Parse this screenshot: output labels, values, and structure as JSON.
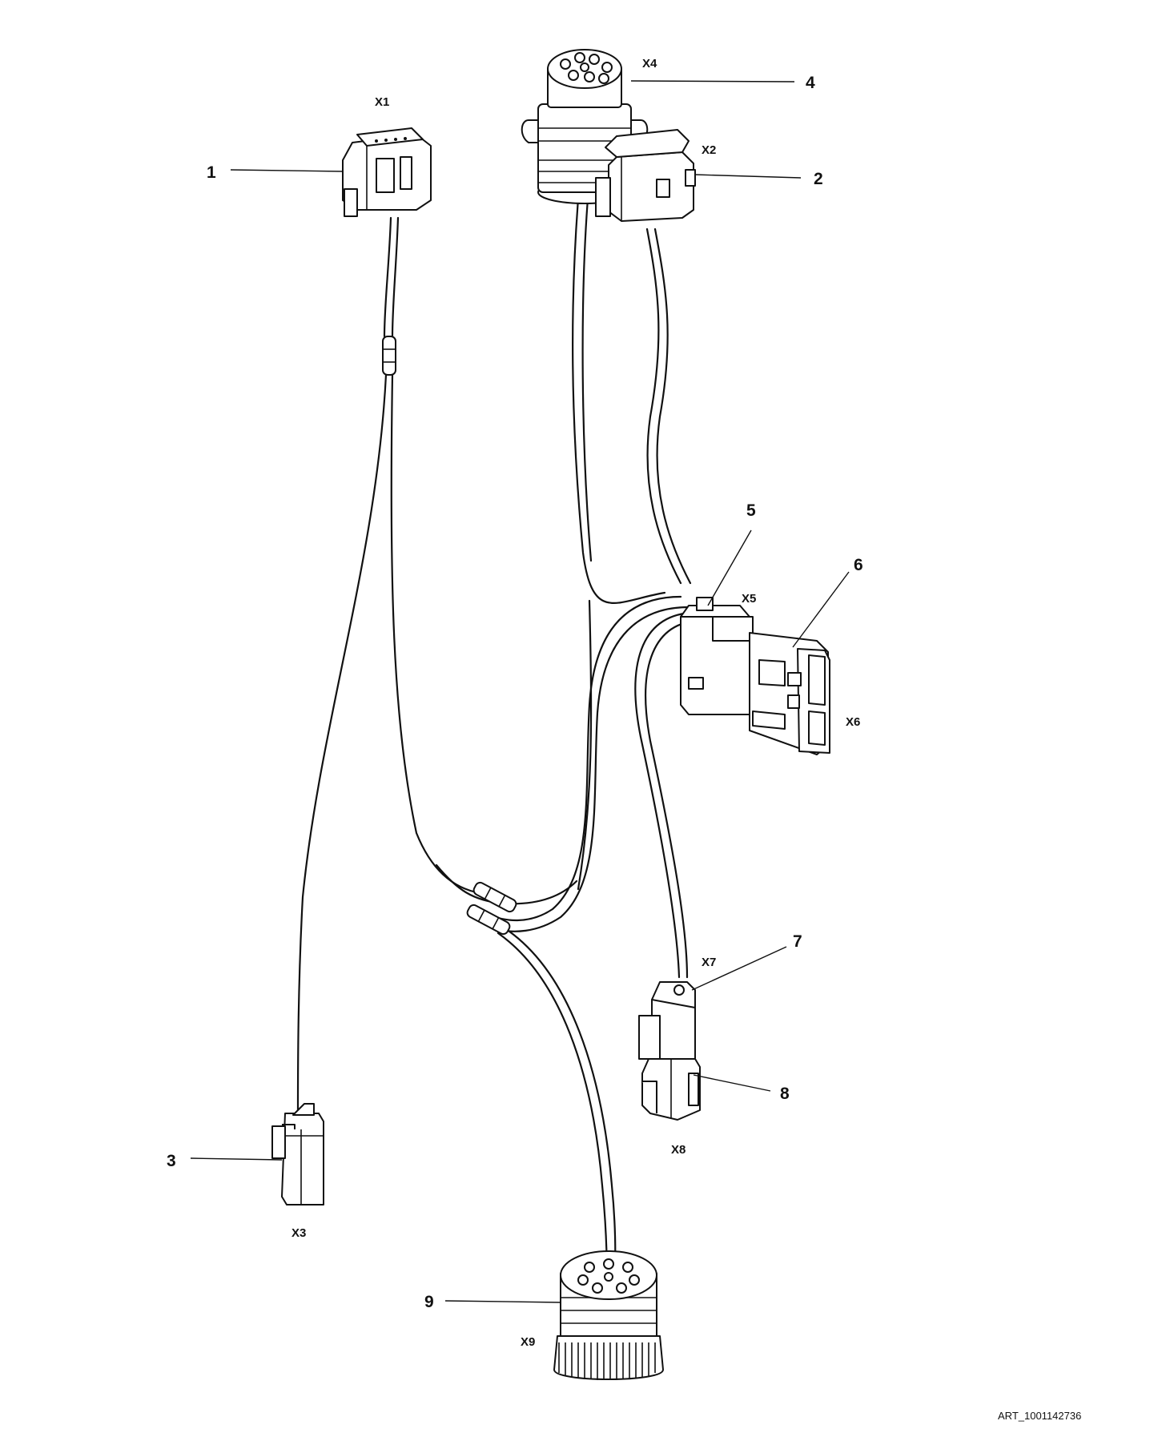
{
  "callouts": {
    "c1": "1",
    "c2": "2",
    "c3": "3",
    "c4": "4",
    "c5": "5",
    "c6": "6",
    "c7": "7",
    "c8": "8",
    "c9": "9"
  },
  "connectors": {
    "x1": "X1",
    "x2": "X2",
    "x3": "X3",
    "x4": "X4",
    "x5": "X5",
    "x6": "X6",
    "x7": "X7",
    "x8": "X8",
    "x9": "X9"
  },
  "art_id": "ART_1001142736",
  "icons": {
    "x1": "rectangular-connector-icon",
    "x2": "rectangular-connector-icon",
    "x3": "small-plug-icon",
    "x4": "round-9-pin-connector-icon",
    "x5": "latched-connector-icon",
    "x6": "rectangular-plug-icon",
    "x7": "inline-connector-icon",
    "x8": "inline-plug-icon",
    "x9": "round-9-pin-plug-icon"
  }
}
